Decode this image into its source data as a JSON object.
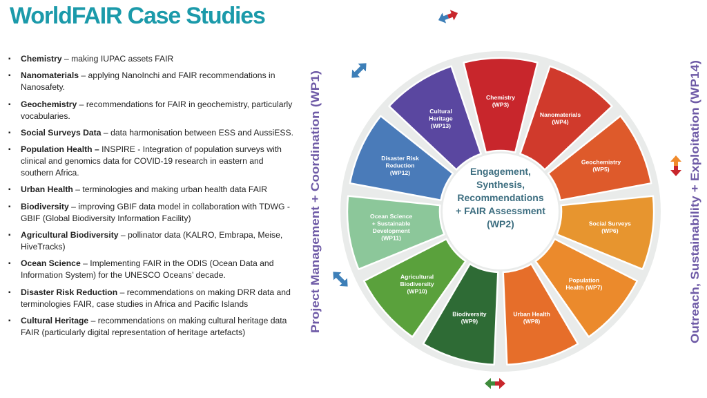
{
  "title": "WorldFAIR Case Studies",
  "cases": [
    {
      "name": "Chemistry",
      "desc": " – making IUPAC assets FAIR"
    },
    {
      "name": "Nanomaterials",
      "desc": " – applying NanoInchi and FAIR recommendations in Nanosafety."
    },
    {
      "name": "Geochemistry",
      "desc": " – recommendations for FAIR in geochemistry, particularly vocabularies."
    },
    {
      "name": "Social Surveys Data",
      "desc": " – data harmonisation between ESS and AussiESS."
    },
    {
      "name": "Population Health –",
      "desc": " INSPIRE - Integration of population surveys with clinical and genomics data for COVID-19 research in eastern and southern Africa."
    },
    {
      "name": "Urban Health",
      "desc": " – terminologies and making urban health data FAIR"
    },
    {
      "name": "Biodiversity",
      "desc": " – improving GBIF data model in collaboration with TDWG - GBIF (Global Biodiversity Information Facility)"
    },
    {
      "name": "Agricultural Biodiversity",
      "desc": " – pollinator data (KALRO, Embrapa, Meise, HiveTracks)"
    },
    {
      "name": "Ocean Science",
      "desc": " – Implementing FAIR in the ODIS (Ocean Data and Information System) for the UNESCO Oceans’ decade."
    },
    {
      "name": "Disaster Risk Reduction",
      "desc": " – recommendations on making DRR data and terminologies FAIR, case studies in Africa and Pacific Islands"
    },
    {
      "name": "Cultural Heritage",
      "desc": " – recommendations on making cultural heritage data FAIR (particularly digital representation of heritage artefacts)"
    }
  ],
  "wheel": {
    "center": [
      "Engagement,",
      "Synthesis,",
      "Recommendations",
      "+ FAIR Assessment",
      "(WP2)"
    ],
    "segments": [
      {
        "lines": [
          "Chemistry",
          "(WP3)"
        ],
        "color": "#c8262c"
      },
      {
        "lines": [
          "Nanomaterials",
          "(WP4)"
        ],
        "color": "#d03a2c"
      },
      {
        "lines": [
          "Geochemistry",
          "(WP5)"
        ],
        "color": "#de5a2b"
      },
      {
        "lines": [
          "Social Surveys",
          "(WP6)"
        ],
        "color": "#e7952f"
      },
      {
        "lines": [
          "Population",
          "Health (WP7)"
        ],
        "color": "#eb8a2c"
      },
      {
        "lines": [
          "Urban Health",
          "(WP8)"
        ],
        "color": "#e66e2a"
      },
      {
        "lines": [
          "Biodiversity",
          "(WP9)"
        ],
        "color": "#2e6b35"
      },
      {
        "lines": [
          "Agricultural",
          "Biodiversity",
          "(WP10)"
        ],
        "color": "#5aa13c"
      },
      {
        "lines": [
          "Ocean Science",
          "+ Sustainable",
          "Development",
          "(WP11)"
        ],
        "color": "#8cc79a"
      },
      {
        "lines": [
          "Disaster Risk",
          "Reduction",
          "(WP12)"
        ],
        "color": "#4a7bb9"
      },
      {
        "lines": [
          "Cultural",
          "Heritage",
          "(WP13)"
        ],
        "color": "#5a47a0"
      }
    ]
  },
  "left_label": "Project Management + Coordination (WP1)",
  "right_label": "Outreach, Sustainability + Exploitation (WP14)",
  "colors": {
    "title": "#1b9aaa",
    "side_labels": "#6e5aa6",
    "ring": "#e9ebea",
    "center_text": "#3d6e80",
    "arrow_left": "#3d7fb8",
    "arrow_right": "#c8262c",
    "arrow_orange": "#f08a2b",
    "arrow_green": "#3f8b3c",
    "arrow_red": "#c8262c"
  }
}
